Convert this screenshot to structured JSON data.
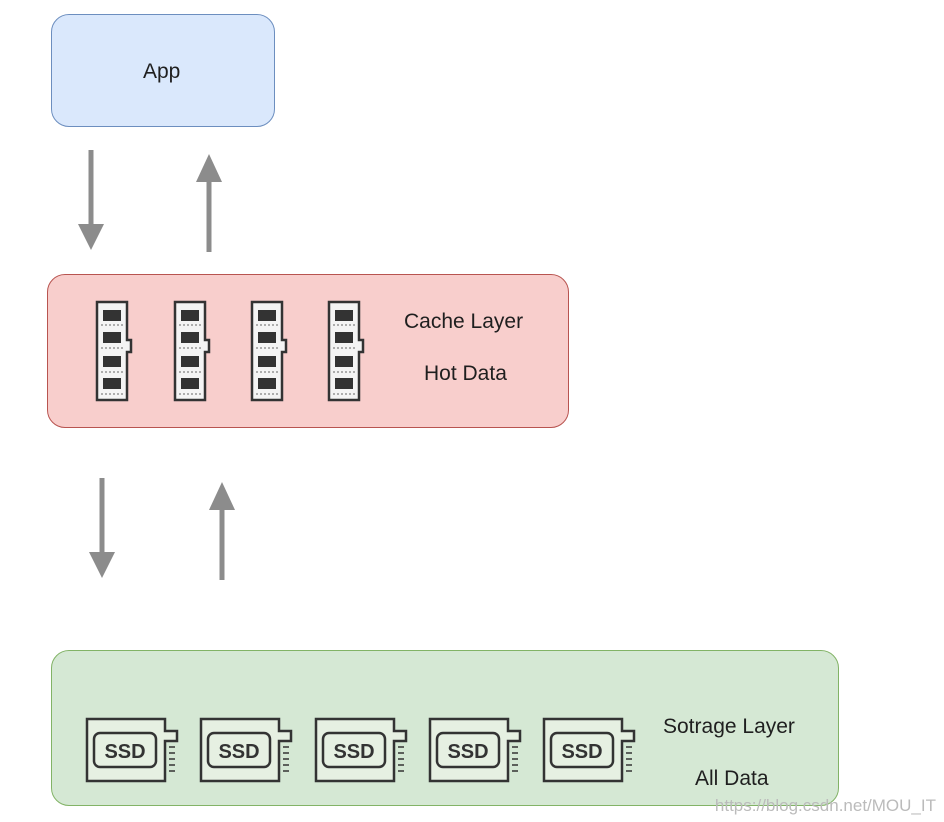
{
  "app": {
    "label": "App",
    "fill": "#dae8fc",
    "stroke": "#6c8ebf"
  },
  "cache_layer": {
    "title": "Cache Layer",
    "subtitle": "Hot Data",
    "fill": "#f8cecc",
    "stroke": "#b85450",
    "module_icon": "ram-module-icon",
    "module_count": 4
  },
  "storage_layer": {
    "title": "Sotrage Layer",
    "subtitle": "All Data",
    "fill": "#d5e8d4",
    "stroke": "#82b366",
    "drive_icon": "ssd-icon",
    "drive_count": 5,
    "drive_label": "SSD"
  },
  "arrows": {
    "color": "#8c8c8c"
  },
  "watermark": "https://blog.csdn.net/MOU_IT"
}
